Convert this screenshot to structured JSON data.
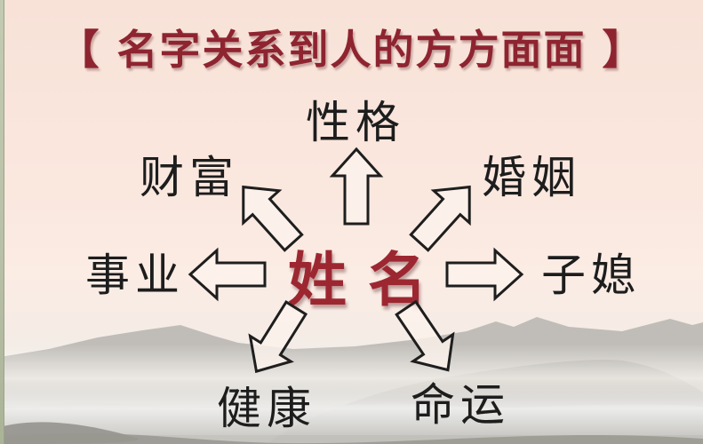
{
  "title": {
    "text": "【 名字关系到人的方方面面 】",
    "color": "#8e2430"
  },
  "center": {
    "label": "姓名",
    "color": "#9d2731"
  },
  "aspects": [
    {
      "label": "性格",
      "position": "top",
      "arrow": "arrow-up"
    },
    {
      "label": "财富",
      "position": "top-left",
      "arrow": "arrow-up-left"
    },
    {
      "label": "婚姻",
      "position": "top-right",
      "arrow": "arrow-up-right"
    },
    {
      "label": "事业",
      "position": "left",
      "arrow": "arrow-left"
    },
    {
      "label": "子媳",
      "position": "right",
      "arrow": "arrow-right"
    },
    {
      "label": "健康",
      "position": "bottom-left",
      "arrow": "arrow-down-left"
    },
    {
      "label": "命运",
      "position": "bottom-right",
      "arrow": "arrow-down-right"
    }
  ],
  "colors": {
    "background_top": "#f8e2d8",
    "background_bottom": "#ecebe7",
    "title_red": "#8e2430",
    "name_red": "#9d2731",
    "text_black": "#1d1d1d",
    "arrow_outline": "#1e1e1e",
    "mountain_gray_far": "#b3b1ac",
    "mountain_gray_near": "#a09e98",
    "left_edge_strip": "#b7c0a6"
  }
}
